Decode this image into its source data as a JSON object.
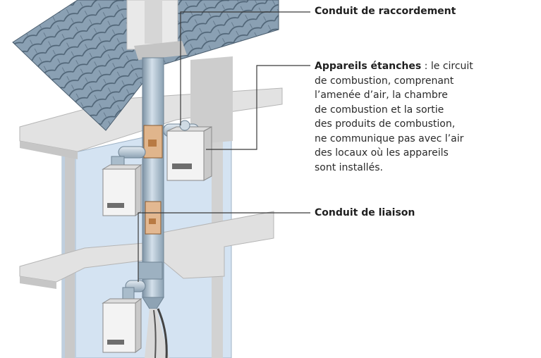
{
  "labels": {
    "conduit_raccordement": "Conduit de raccordement",
    "appareils_etanches_title": "Appareils étanches",
    "appareils_etanches_sep": " : ",
    "appareils_etanches_line1": "le circuit",
    "appareils_etanches_line2": "de combustion, comprenant",
    "appareils_etanches_line3": "l’amenée d’air, la chambre",
    "appareils_etanches_line4": "de combustion et la sortie",
    "appareils_etanches_line5": "des produits de combustion,",
    "appareils_etanches_line6": "ne communique pas avec l’air",
    "appareils_etanches_line7": "des locaux où les appareils",
    "appareils_etanches_line8": "sont installés.",
    "conduit_liaison": "Conduit de liaison"
  },
  "colors": {
    "roof_tile": "#7f95a8",
    "wall_blue": "#cfdff0",
    "slab": "#d8d8d8",
    "pipe": "#a9bccb",
    "boiler": "#f0f0f0",
    "copper": "#d9a06a",
    "leader_line": "#3a3a3a"
  }
}
